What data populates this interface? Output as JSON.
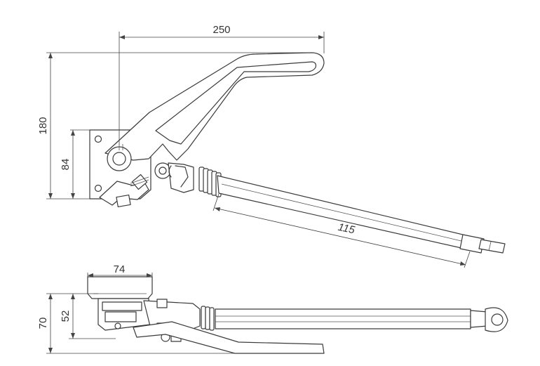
{
  "dimensions": {
    "top_width": "250",
    "top_height": "180",
    "plate_height": "84",
    "rod_length": "115",
    "side_plate_width": "74",
    "side_inner_height": "52",
    "side_total_height": "70"
  },
  "colors": {
    "stroke": "#3a3a3a",
    "dimension": "#444444",
    "background": "#ffffff"
  }
}
